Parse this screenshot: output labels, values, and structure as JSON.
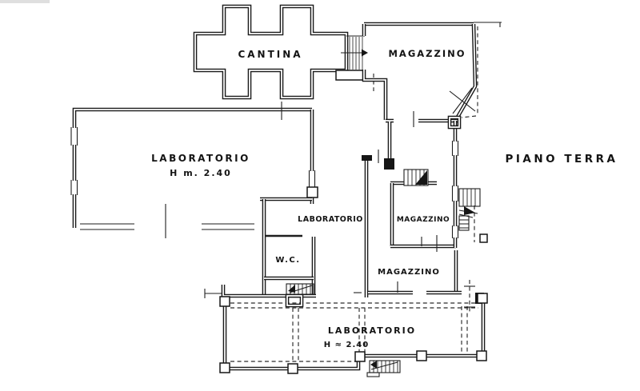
{
  "plan": {
    "floor_label": "PIANO TERRA",
    "rooms": [
      {
        "id": "cantina",
        "label": "CANTINA"
      },
      {
        "id": "magazzino-top",
        "label": "MAGAZZINO"
      },
      {
        "id": "laboratorio-main",
        "label": "LABORATORIO",
        "height_note": "H m. 2.40"
      },
      {
        "id": "laboratorio-central",
        "label": "LABORATORIO"
      },
      {
        "id": "wc",
        "label": "W.C."
      },
      {
        "id": "magazzino-small",
        "label": "MAGAZZINO"
      },
      {
        "id": "magazzino-lower",
        "label": "MAGAZZINO"
      },
      {
        "id": "laboratorio-porch",
        "label": "LABORATORIO",
        "height_note": "H ≈ 2.40"
      }
    ],
    "colors": {
      "ink": "#1a1a1a",
      "paper": "#ffffff"
    }
  }
}
